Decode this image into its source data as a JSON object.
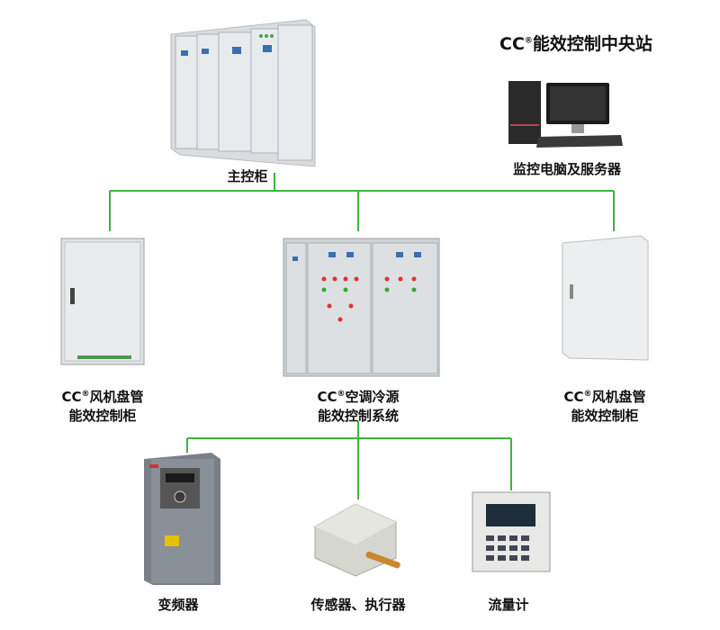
{
  "title": {
    "prefix": "CC",
    "reg": "®",
    "text": "能效控制中央站"
  },
  "colors": {
    "connector": "#3cb43c"
  },
  "nodes": {
    "main_cabinet": {
      "label": "主控柜"
    },
    "monitor_pc": {
      "label": "监控电脑及服务器"
    },
    "fcu_left": {
      "prefix": "CC",
      "reg": "®",
      "line1": "风机盘管",
      "line2": "能效控制柜"
    },
    "chiller": {
      "prefix": "CC",
      "reg": "®",
      "line1": "空调冷源",
      "line2": "能效控制系统"
    },
    "fcu_right": {
      "prefix": "CC",
      "reg": "®",
      "line1": "风机盘管",
      "line2": "能效控制柜"
    },
    "inverter": {
      "label": "变频器"
    },
    "sensor": {
      "label": "传感器、执行器"
    },
    "flowmeter": {
      "label": "流量计"
    }
  }
}
